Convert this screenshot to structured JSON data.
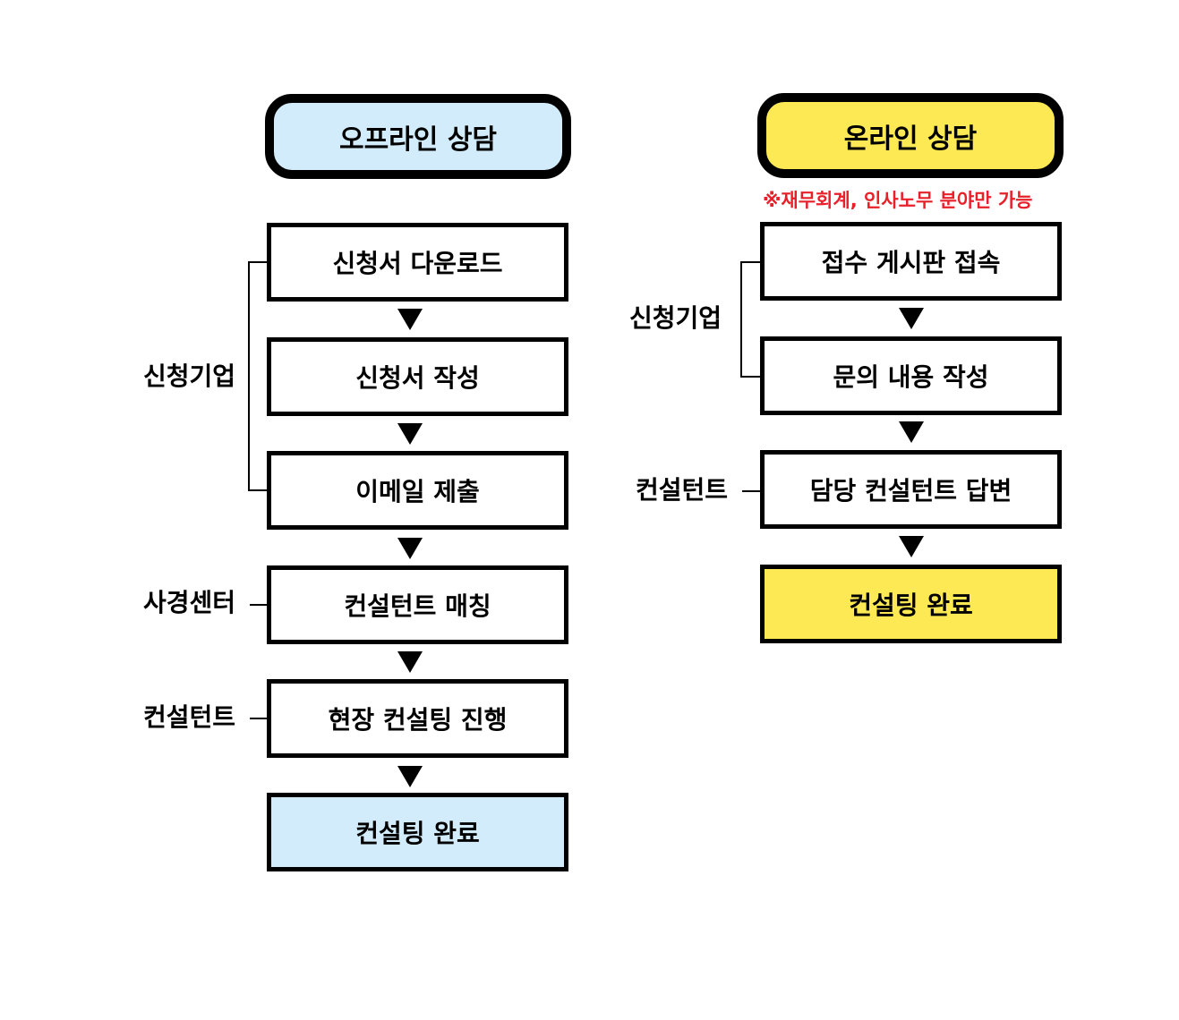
{
  "offline": {
    "title": "오프라인 상담",
    "steps": [
      "신청서 다운로드",
      "신청서 작성",
      "이메일 제출",
      "컨설턴트 매칭",
      "현장 컨설팅 진행",
      "컨설팅 완료"
    ],
    "actors": [
      "신청기업",
      "사경센터",
      "컨설턴트"
    ]
  },
  "online": {
    "title": "온라인 상담",
    "note": "※재무회계, 인사노무 분야만 가능",
    "steps": [
      "접수 게시판 접속",
      "문의 내용 작성",
      "담당 컨설턴트 답변",
      "컨설팅 완료"
    ],
    "actors": [
      "신청기업",
      "컨설턴트"
    ]
  },
  "colors": {
    "offline_fill": "#d3ecfb",
    "online_fill": "#fde953",
    "note": "#e8202a",
    "border": "#000000"
  }
}
